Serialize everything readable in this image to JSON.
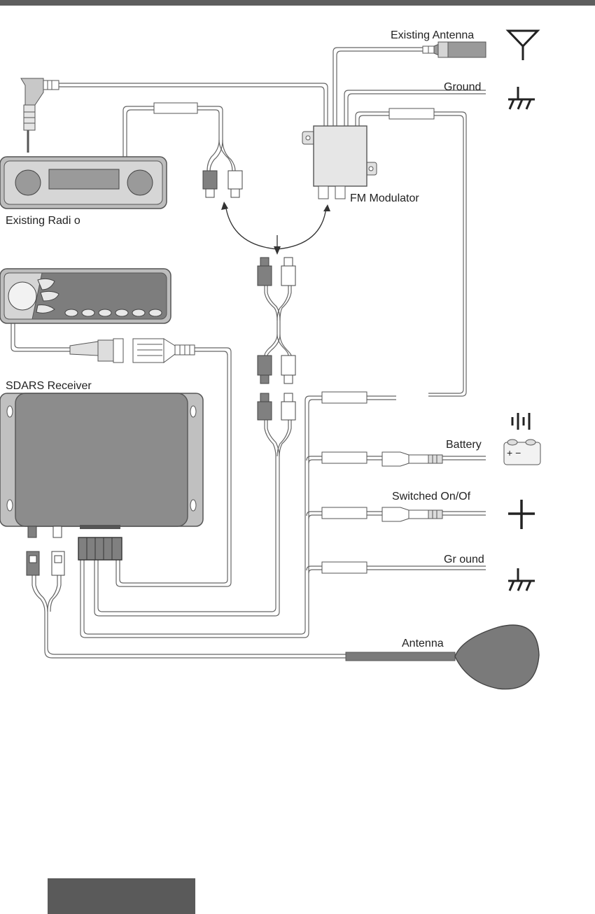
{
  "labels": {
    "existing_antenna": "Existing Antenna",
    "ground_top": "Ground",
    "fm_modulator": "FM Modulator",
    "existing_radio": "Existing Radi o",
    "sdars_receiver": "SDARS Receiver",
    "battery": "Battery",
    "switched": "Switched On/Of",
    "ground_bottom": "Gr ound",
    "antenna": "Antenna"
  },
  "icons": {
    "antenna_symbol": "antenna-icon",
    "ground_symbol": "ground-icon",
    "battery_symbol": "battery-icon",
    "plus_symbol": "plus-icon"
  },
  "colors": {
    "wire": "#666666",
    "connector_dark": "#808080",
    "device_fill": "#bdbdbd",
    "device_light": "#e6e6e6",
    "antenna_fill": "#7a7a7a",
    "footer_tab": "#5a5a5a"
  }
}
